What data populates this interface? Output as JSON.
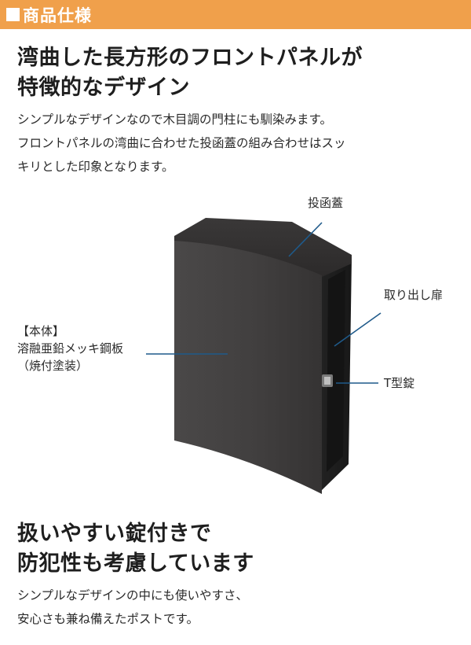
{
  "header": {
    "title": "商品仕様"
  },
  "section1": {
    "heading_line1": "湾曲した長方形のフロントパネルが",
    "heading_line2": "特徴的なデザイン",
    "body_line1": "シンプルなデザインなので木目調の門柱にも馴染みます。",
    "body_line2": "フロントパネルの湾曲に合わせた投函蓋の組み合わせはスッ",
    "body_line3": "キリとした印象となります。"
  },
  "diagram": {
    "label_slot_lid": "投函蓋",
    "label_door": "取り出し扉",
    "label_lock": "T型錠",
    "label_body_line1": "【本体】",
    "label_body_line2": "溶融亜鉛メッキ鋼板",
    "label_body_line3": "（焼付塗装）",
    "accent_color": "#1f5a8a",
    "body_color": "#3d3b3b"
  },
  "section2": {
    "heading_line1": "扱いやすい錠付きで",
    "heading_line2": "防犯性も考慮しています",
    "body_line1": "シンプルなデザインの中にも使いやすさ、",
    "body_line2": "安心さも兼ね備えたポストです。"
  }
}
